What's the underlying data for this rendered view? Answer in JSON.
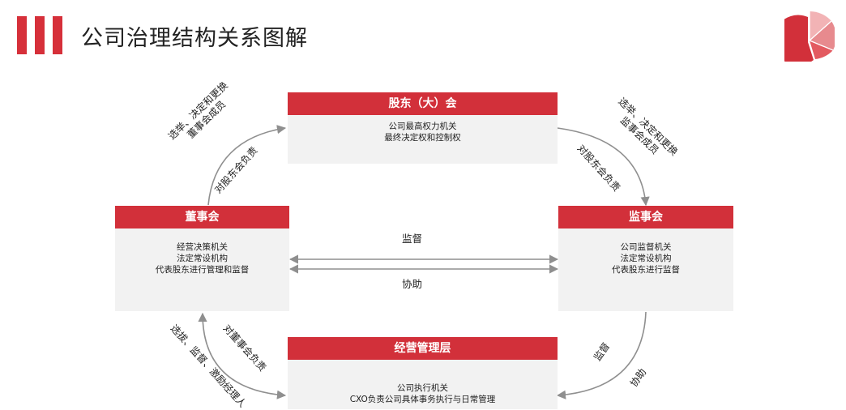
{
  "header": {
    "title": "公司治理结构关系图解"
  },
  "colors": {
    "accent": "#d2303a",
    "box_bg": "#f2f2f2",
    "line": "#8f8f8f"
  },
  "nodes": {
    "shareholders": {
      "title": "股东（大）会",
      "lines": [
        "公司最高权力机关",
        "最终决定权和控制权"
      ]
    },
    "board": {
      "title": "董事会",
      "lines": [
        "经营决策机关",
        "法定常设机构",
        "代表股东进行管理和监督"
      ]
    },
    "supervisors": {
      "title": "监事会",
      "lines": [
        "公司监督机关",
        "法定常设机构",
        "代表股东进行监督"
      ]
    },
    "management": {
      "title": "经营管理层",
      "lines": [
        "公司执行机关",
        "CXO负责公司具体事务执行与日常管理"
      ]
    }
  },
  "relations": {
    "sh_board_1": "选举、决定和更换",
    "sh_board_2": "董事会成员",
    "board_sh": "对股东会负责",
    "sh_sup_1": "选举、决定和更换",
    "sh_sup_2": "监事会成员",
    "sup_sh": "对股东会负责",
    "board_sup_top": "监督",
    "board_sup_bottom": "协助",
    "board_mgmt": "选拔、监督、激励经理人",
    "mgmt_board": "对董事会负责",
    "sup_mgmt_1": "监督",
    "sup_mgmt_2": "协助"
  }
}
